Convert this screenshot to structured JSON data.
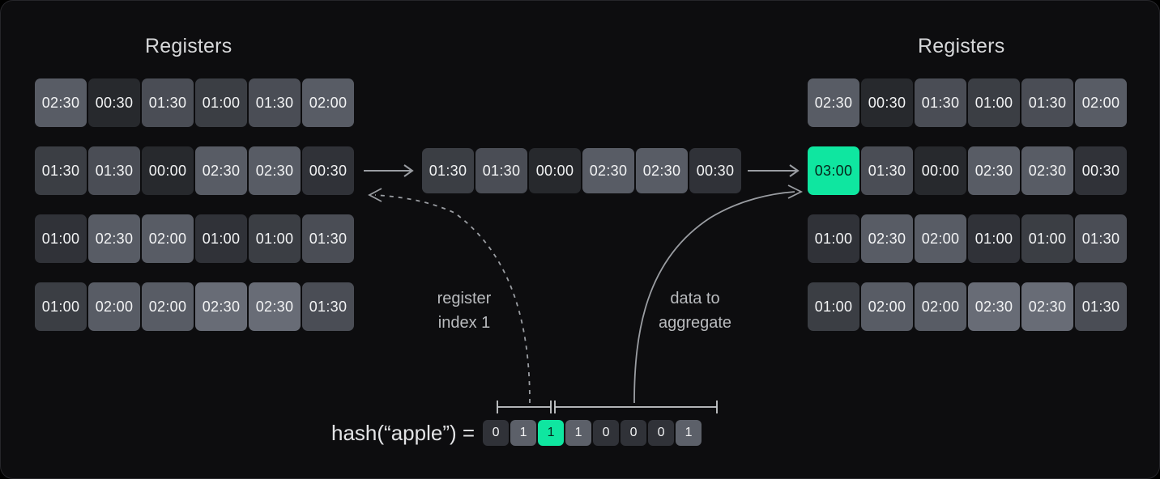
{
  "titles": {
    "left": "Registers",
    "right": "Registers"
  },
  "annotations": {
    "register_index": "register\nindex 1",
    "data_to_aggregate": "data to\naggregate"
  },
  "hash": {
    "label": "hash(“apple”) =",
    "bits": [
      {
        "value": "0",
        "state": "zero"
      },
      {
        "value": "1",
        "state": "one"
      },
      {
        "value": "1",
        "state": "highlight"
      },
      {
        "value": "1",
        "state": "one"
      },
      {
        "value": "0",
        "state": "zero"
      },
      {
        "value": "0",
        "state": "zero"
      },
      {
        "value": "0",
        "state": "zero"
      },
      {
        "value": "1",
        "state": "one"
      }
    ],
    "bracket_index_bits": [
      1,
      2
    ],
    "bracket_data_bits": [
      3,
      8
    ]
  },
  "colors": {
    "accent_green": "#0fe6a0",
    "background": "#0d0d0f",
    "border": "#26262a",
    "text": "#d6d7d9",
    "connector": "#9a9da2"
  },
  "registers_left": {
    "rows": [
      [
        {
          "value": "02:30",
          "shade": 4
        },
        {
          "value": "00:30",
          "shade": 0
        },
        {
          "value": "01:30",
          "shade": 3
        },
        {
          "value": "01:00",
          "shade": 2
        },
        {
          "value": "01:30",
          "shade": 3
        },
        {
          "value": "02:00",
          "shade": 4
        }
      ],
      [
        {
          "value": "01:30",
          "shade": 2
        },
        {
          "value": "01:30",
          "shade": 3
        },
        {
          "value": "00:00",
          "shade": 0
        },
        {
          "value": "02:30",
          "shade": 4
        },
        {
          "value": "02:30",
          "shade": 4
        },
        {
          "value": "00:30",
          "shade": 1
        }
      ],
      [
        {
          "value": "01:00",
          "shade": 1
        },
        {
          "value": "02:30",
          "shade": 4
        },
        {
          "value": "02:00",
          "shade": 4
        },
        {
          "value": "01:00",
          "shade": 1
        },
        {
          "value": "01:00",
          "shade": 2
        },
        {
          "value": "01:30",
          "shade": 3
        }
      ],
      [
        {
          "value": "01:00",
          "shade": 2
        },
        {
          "value": "02:00",
          "shade": 4
        },
        {
          "value": "02:00",
          "shade": 4
        },
        {
          "value": "02:30",
          "shade": 5
        },
        {
          "value": "02:30",
          "shade": 5
        },
        {
          "value": "01:30",
          "shade": 3
        }
      ]
    ]
  },
  "registers_middle": {
    "row": [
      {
        "value": "01:30",
        "shade": 2
      },
      {
        "value": "01:30",
        "shade": 3
      },
      {
        "value": "00:00",
        "shade": 0
      },
      {
        "value": "02:30",
        "shade": 4
      },
      {
        "value": "02:30",
        "shade": 4
      },
      {
        "value": "00:30",
        "shade": 1
      }
    ]
  },
  "registers_right": {
    "rows": [
      [
        {
          "value": "02:30",
          "shade": 4
        },
        {
          "value": "00:30",
          "shade": 0
        },
        {
          "value": "01:30",
          "shade": 3
        },
        {
          "value": "01:00",
          "shade": 2
        },
        {
          "value": "01:30",
          "shade": 3
        },
        {
          "value": "02:00",
          "shade": 4
        }
      ],
      [
        {
          "value": "03:00",
          "shade": "highlight"
        },
        {
          "value": "01:30",
          "shade": 3
        },
        {
          "value": "00:00",
          "shade": 0
        },
        {
          "value": "02:30",
          "shade": 4
        },
        {
          "value": "02:30",
          "shade": 4
        },
        {
          "value": "00:30",
          "shade": 1
        }
      ],
      [
        {
          "value": "01:00",
          "shade": 1
        },
        {
          "value": "02:30",
          "shade": 4
        },
        {
          "value": "02:00",
          "shade": 4
        },
        {
          "value": "01:00",
          "shade": 1
        },
        {
          "value": "01:00",
          "shade": 2
        },
        {
          "value": "01:30",
          "shade": 3
        }
      ],
      [
        {
          "value": "01:00",
          "shade": 2
        },
        {
          "value": "02:00",
          "shade": 4
        },
        {
          "value": "02:00",
          "shade": 4
        },
        {
          "value": "02:30",
          "shade": 5
        },
        {
          "value": "02:30",
          "shade": 5
        },
        {
          "value": "01:30",
          "shade": 3
        }
      ]
    ]
  }
}
